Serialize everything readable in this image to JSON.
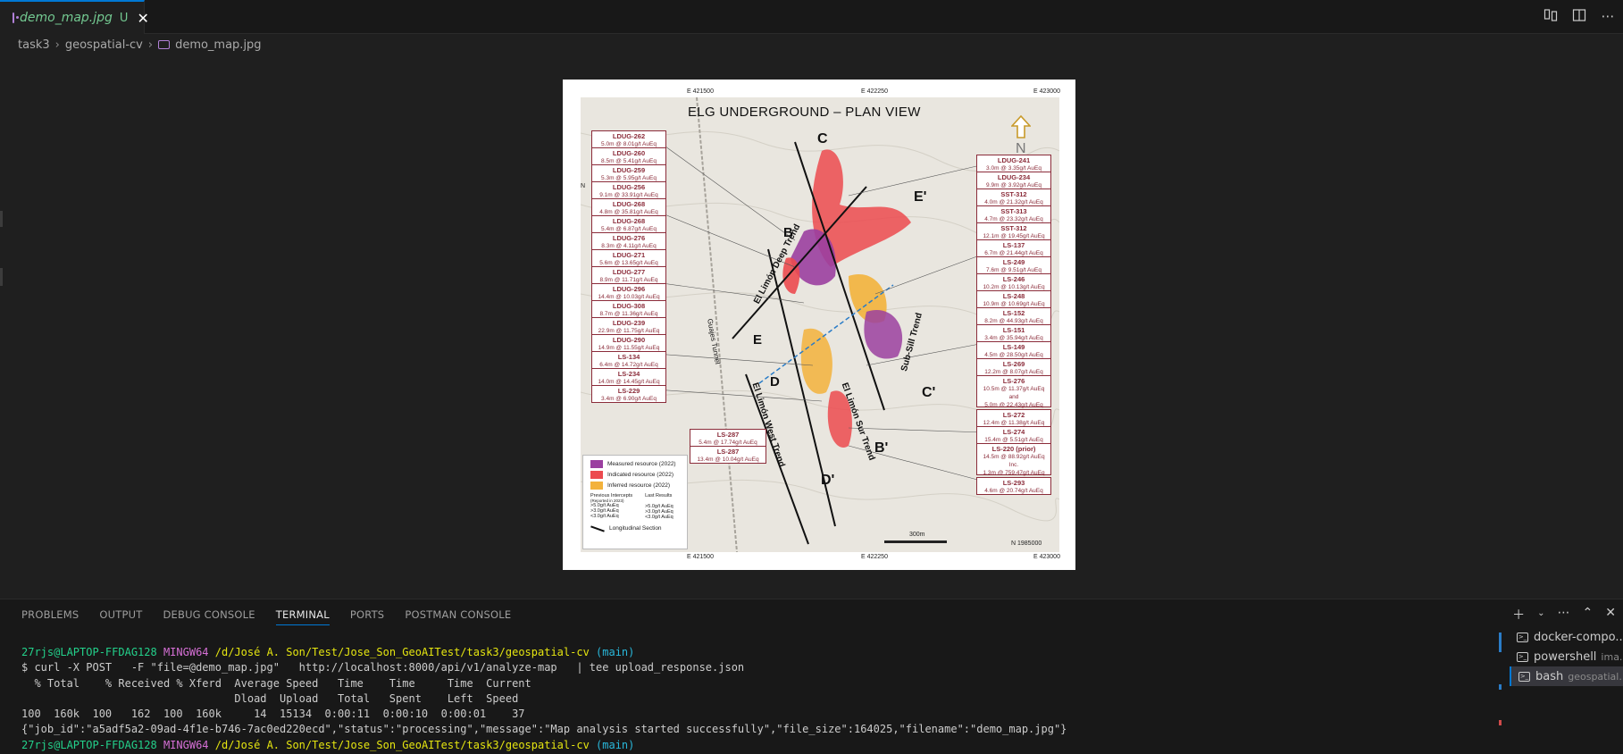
{
  "tab": {
    "filename": "demo_map.jpg",
    "status": "U"
  },
  "icons": {
    "compare": "compare-changes-icon",
    "split": "split-editor-icon",
    "more": "more-actions-icon"
  },
  "breadcrumb": [
    "task3",
    "geospatial-cv",
    "demo_map.jpg"
  ],
  "map": {
    "title": "ELG UNDERGROUND – PLAN VIEW",
    "top_coords": [
      "E 421500",
      "E 422250",
      "E 423000"
    ],
    "bottom_coords": [
      "E 421500",
      "E 422250",
      "E 423000"
    ],
    "side_coord": "N",
    "right_coord": "N 1985000",
    "left_callouts": [
      {
        "id": "LDUG-262",
        "value": "5.0m @ 8.01g/t AuEq"
      },
      {
        "id": "LDUG-260",
        "value": "8.5m @ 5.41g/t AuEq"
      },
      {
        "id": "LDUG-259",
        "value": "5.3m @ 5.95g/t AuEq"
      },
      {
        "id": "LDUG-256",
        "value": "9.1m @ 33.91g/t AuEq"
      },
      {
        "id": "LDUG-268",
        "value": "4.8m @ 35.81g/t AuEq"
      },
      {
        "id": "LDUG-268",
        "value": "5.4m @ 6.87g/t AuEq"
      },
      {
        "id": "LDUG-276",
        "value": "8.3m @ 4.11g/t AuEq"
      },
      {
        "id": "LDUG-271",
        "value": "5.6m @ 13.65g/t AuEq"
      },
      {
        "id": "LDUG-277",
        "value": "8.9m @ 11.71g/t AuEq"
      },
      {
        "id": "LDUG-296",
        "value": "14.4m @ 10.03g/t AuEq"
      },
      {
        "id": "LDUG-308",
        "value": "8.7m @ 11.36g/t AuEq"
      },
      {
        "id": "LDUG-239",
        "value": "22.9m @ 11.75g/t AuEq"
      },
      {
        "id": "LDUG-290",
        "value": "14.9m @ 11.55g/t AuEq"
      },
      {
        "id": "LS-134",
        "value": "6.4m @ 14.72g/t AuEq"
      },
      {
        "id": "LS-234",
        "value": "14.0m @ 14.45g/t AuEq"
      },
      {
        "id": "LS-229",
        "value": "3.4m @ 6.90g/t AuEq"
      }
    ],
    "right_callouts": [
      {
        "id": "LDUG-241",
        "value": "3.0m @ 3.35g/t AuEq"
      },
      {
        "id": "LDUG-234",
        "value": "9.9m @ 3.92g/t AuEq"
      },
      {
        "id": "SST-312",
        "value": "4.0m @ 21.32g/t AuEq"
      },
      {
        "id": "SST-313",
        "value": "4.7m @ 23.32g/t AuEq"
      },
      {
        "id": "SST-312",
        "value": "12.1m @ 19.45g/t AuEq"
      },
      {
        "id": "LS-137",
        "value": "6.7m @ 21.44g/t AuEq"
      },
      {
        "id": "LS-249",
        "value": "7.6m @ 9.51g/t AuEq"
      },
      {
        "id": "LS-246",
        "value": "10.2m @ 10.13g/t AuEq"
      },
      {
        "id": "LS-248",
        "value": "10.9m @ 10.69g/t AuEq"
      },
      {
        "id": "LS-152",
        "value": "8.2m @ 44.93g/t AuEq"
      },
      {
        "id": "LS-151",
        "value": "3.4m @ 35.94g/t AuEq"
      },
      {
        "id": "LS-149",
        "value": "4.5m @ 28.50g/t AuEq"
      },
      {
        "id": "LS-269",
        "value": "12.2m @ 8.07g/t AuEq"
      }
    ],
    "right_callout_tall": {
      "id": "LS-276",
      "value": "10.5m @ 11.37g/t AuEq",
      "and": "and",
      "value2": "5.0m @ 22.43g/t AuEq"
    },
    "right_callouts_low": [
      {
        "id": "LS-272",
        "value": "12.4m @ 11.38g/t AuEq"
      },
      {
        "id": "LS-274",
        "value": "15.4m @ 5.51g/t AuEq"
      }
    ],
    "right_callout_prior": {
      "id": "LS-220 (prior)",
      "value": "14.5m @ 88.92g/t AuEq",
      "inc": "Inc.",
      "value2": "1.3m @ 759.47g/t AuEq"
    },
    "right_callout_last": {
      "id": "LS-293",
      "value": "4.6m @ 20.74g/t AuEq"
    },
    "mid_callouts": [
      {
        "id": "LS-287",
        "value": "5.4m @ 17.74g/t AuEq"
      },
      {
        "id": "LS-287",
        "value": "13.4m @ 10.04g/t AuEq"
      }
    ],
    "section_labels": [
      "C",
      "E'",
      "B",
      "E",
      "D",
      "C'",
      "B'",
      "D'"
    ],
    "trend_labels": {
      "deep": "El Limón Deep Trend",
      "west": "El Limón West Trend",
      "sur": "El Limón Sur Trend",
      "subsill": "Sub-Sill Trend",
      "tunnel": "Guajes Tunnel"
    },
    "north_label": "N",
    "scale_label": "300m",
    "legend": {
      "measured": "Measured resource (2022)",
      "indicated": "Indicated resource (2022)",
      "inferred": "Inferred resource (2022)",
      "prev_title": "Previous Intercepts",
      "prev_sub": "(Reported in 2023)",
      "last_title": "Last Results",
      "grades": [
        ">5.0g/t AuEq",
        ">3.0g/t AuEq",
        "<3.0g/t AuEq"
      ],
      "section": "Longitudinal Section",
      "colors": {
        "measured": "#9b3fa0",
        "indicated": "#ec4a4f",
        "inferred": "#f3b23c"
      }
    }
  },
  "panel": {
    "tabs": [
      "PROBLEMS",
      "OUTPUT",
      "DEBUG CONSOLE",
      "TERMINAL",
      "PORTS",
      "POSTMAN CONSOLE"
    ],
    "active_tab": "TERMINAL"
  },
  "terminal": {
    "prompt_user": "27rjs@LAPTOP-FFDAG128",
    "prompt_shell": "MINGW64",
    "prompt_path": "/d/José A. Son/Test/Jose_Son_GeoAITest/task3/geospatial-cv",
    "prompt_branch": "(main)",
    "command": "$ curl -X POST   -F \"file=@demo_map.jpg\"   http://localhost:8000/api/v1/analyze-map   | tee upload_response.json",
    "header1": "  % Total    % Received % Xferd  Average Speed   Time    Time     Time  Current",
    "header2": "                                 Dload  Upload   Total   Spent    Left  Speed",
    "progress": "100  160k  100   162  100  160k     14  15134  0:00:11  0:00:10  0:00:01    37",
    "response": "{\"job_id\":\"a5adf5a2-09ad-4f1e-b746-7ac0ed220ecd\",\"status\":\"processing\",\"message\":\"Map analysis started successfully\",\"file_size\":164025,\"filename\":\"demo_map.jpg\"}"
  },
  "terminal_list": [
    {
      "name": "docker-compo...",
      "sub": ""
    },
    {
      "name": "powershell",
      "sub": "ima..."
    },
    {
      "name": "bash",
      "sub": "geospatial..."
    }
  ]
}
